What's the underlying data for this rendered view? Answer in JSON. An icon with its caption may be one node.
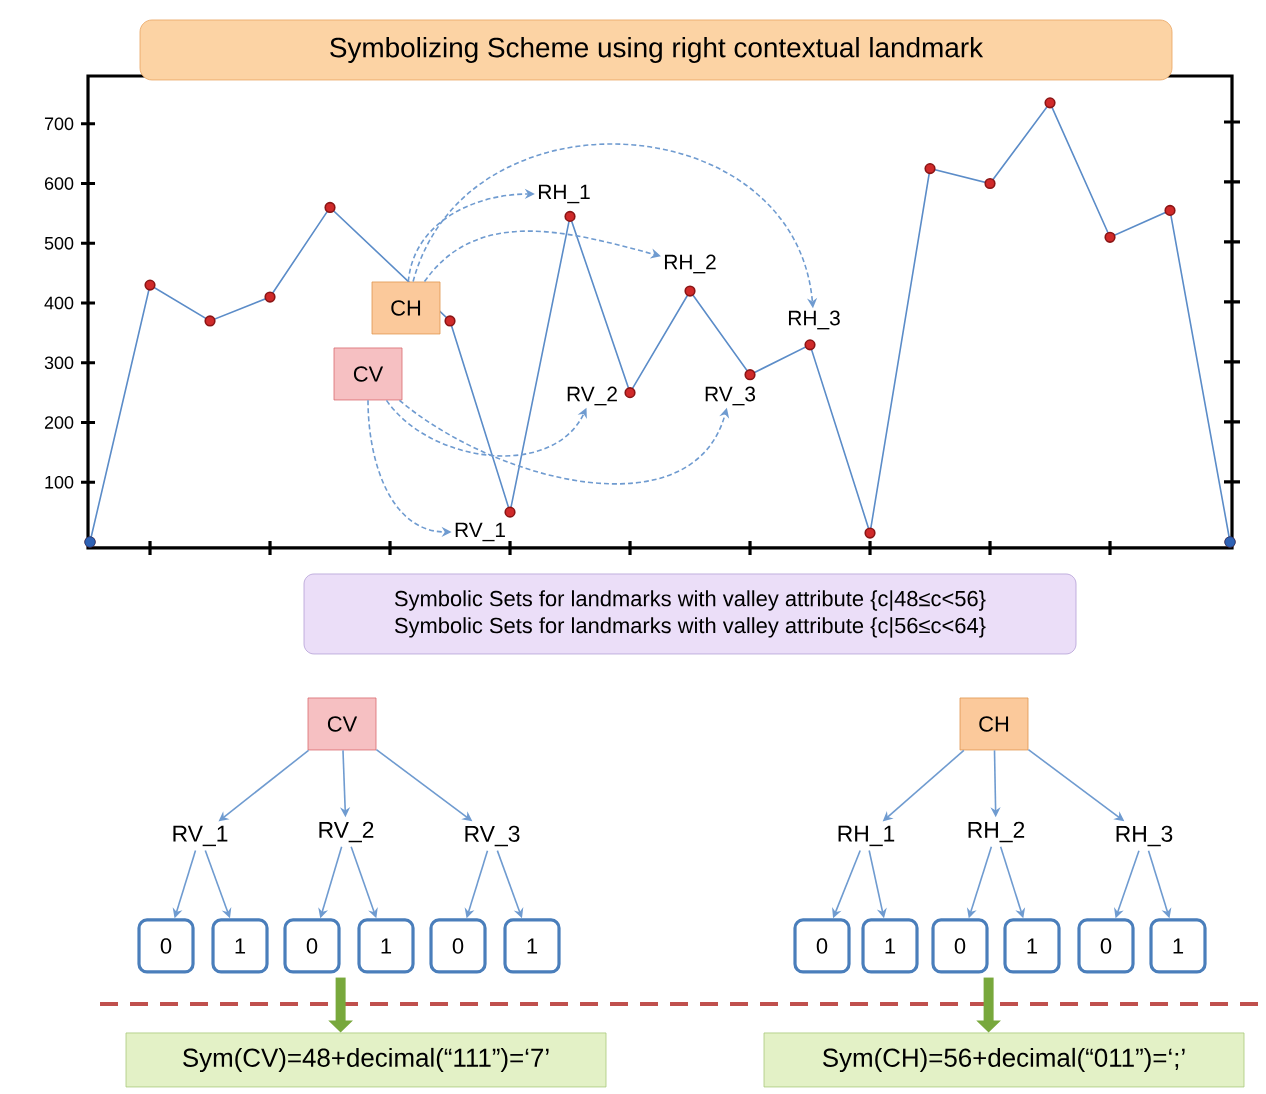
{
  "diagram": {
    "title": "Symbolizing Scheme using right contextual landmark",
    "nodes": [
      {
        "text": [
          "RH_1"
        ]
      },
      {
        "text": [
          "RH_2"
        ]
      },
      {
        "text": [
          "CH"
        ]
      },
      {
        "text": [
          "RH_3"
        ]
      },
      {
        "text": [
          "CV"
        ]
      },
      {
        "text": [
          "RV_2"
        ]
      },
      {
        "text": [
          "RV_3"
        ]
      },
      {
        "text": [
          "RV_1"
        ]
      },
      {
        "text": [
          "Symbolic Sets for landmarks with valley attribute {c|48≤c<56}",
          "Symbolic Sets for landmarks with valley attribute {c|56≤c<64}"
        ]
      },
      {
        "text": [
          "CV"
        ]
      },
      {
        "text": [
          "CH"
        ]
      },
      {
        "text": [
          "RV_1"
        ]
      },
      {
        "text": [
          "RV_2"
        ]
      },
      {
        "text": [
          "RV_3"
        ]
      },
      {
        "text": [
          "RH_1"
        ]
      },
      {
        "text": [
          "RH_2"
        ]
      },
      {
        "text": [
          "RH_3"
        ]
      },
      {
        "text": [
          "0"
        ]
      },
      {
        "text": [
          "1"
        ]
      },
      {
        "text": [
          "0"
        ]
      },
      {
        "text": [
          "1"
        ]
      },
      {
        "text": [
          "0"
        ]
      },
      {
        "text": [
          "1"
        ]
      },
      {
        "text": [
          "0"
        ]
      },
      {
        "text": [
          "1"
        ]
      },
      {
        "text": [
          "0"
        ]
      },
      {
        "text": [
          "1"
        ]
      },
      {
        "text": [
          "0"
        ]
      },
      {
        "text": [
          "1"
        ]
      },
      {
        "text": [
          "Sym(CV)=48+decimal(“111”)=‘7’"
        ]
      },
      {
        "text": [
          "Sym(CH)=56+decimal(“011”)=‘;’"
        ]
      }
    ],
    "edges": [
      {
        "from": 4,
        "to": 7,
        "arrow": "to",
        "style": "dashed"
      },
      {
        "from": 4,
        "to": 5,
        "arrow": "to",
        "style": "dashed"
      },
      {
        "from": 4,
        "to": 6,
        "arrow": "to",
        "style": "dashed"
      },
      {
        "from": 2,
        "to": 0,
        "arrow": "to",
        "style": "dashed"
      },
      {
        "from": 2,
        "to": 1,
        "arrow": "to",
        "style": "dashed"
      },
      {
        "from": 2,
        "to": 3,
        "arrow": "to",
        "style": "dashed"
      },
      {
        "from": 9,
        "to": 11,
        "arrow": "to"
      },
      {
        "from": 9,
        "to": 12,
        "arrow": "to"
      },
      {
        "from": 9,
        "to": 13,
        "arrow": "to"
      },
      {
        "from": 10,
        "to": 14,
        "arrow": "to"
      },
      {
        "from": 10,
        "to": 15,
        "arrow": "to"
      },
      {
        "from": 10,
        "to": 16,
        "arrow": "to"
      },
      {
        "from": 11,
        "to": 17,
        "arrow": "to"
      },
      {
        "from": 11,
        "to": 18,
        "arrow": "to"
      },
      {
        "from": 12,
        "to": 19,
        "arrow": "to"
      },
      {
        "from": 12,
        "to": 20,
        "arrow": "to"
      },
      {
        "from": 13,
        "to": 21,
        "arrow": "to"
      },
      {
        "from": 13,
        "to": 22,
        "arrow": "to"
      },
      {
        "from": 14,
        "to": 23,
        "arrow": "to"
      },
      {
        "from": 14,
        "to": 24,
        "arrow": "to"
      },
      {
        "from": 15,
        "to": 25,
        "arrow": "to"
      },
      {
        "from": 15,
        "to": 26,
        "arrow": "to"
      },
      {
        "from": 16,
        "to": 27,
        "arrow": "to"
      },
      {
        "from": 16,
        "to": 28,
        "arrow": "to"
      },
      {
        "from": 19,
        "to": 29,
        "arrow": "to",
        "style": "thick",
        "color": "#78a83c"
      },
      {
        "from": 25,
        "to": 30,
        "arrow": "to",
        "style": "thick",
        "color": "#78a83c"
      }
    ],
    "chart_data": {
      "type": "line",
      "categories": [
        null,
        null,
        null,
        null,
        null,
        null,
        null,
        null,
        null,
        null,
        null,
        null,
        null,
        null,
        null,
        null,
        null,
        null,
        null,
        null
      ],
      "series": [
        {
          "color": "#5b8cc8",
          "marker": "circle",
          "values": [
            0,
            430,
            370,
            410,
            560,
            null,
            370,
            50,
            545,
            250,
            420,
            280,
            330,
            15,
            625,
            600,
            735,
            510,
            555,
            0
          ]
        }
      ],
      "ylim": [
        -10,
        780
      ],
      "yticks": [
        100,
        200,
        300,
        400,
        500,
        600,
        700
      ]
    }
  }
}
